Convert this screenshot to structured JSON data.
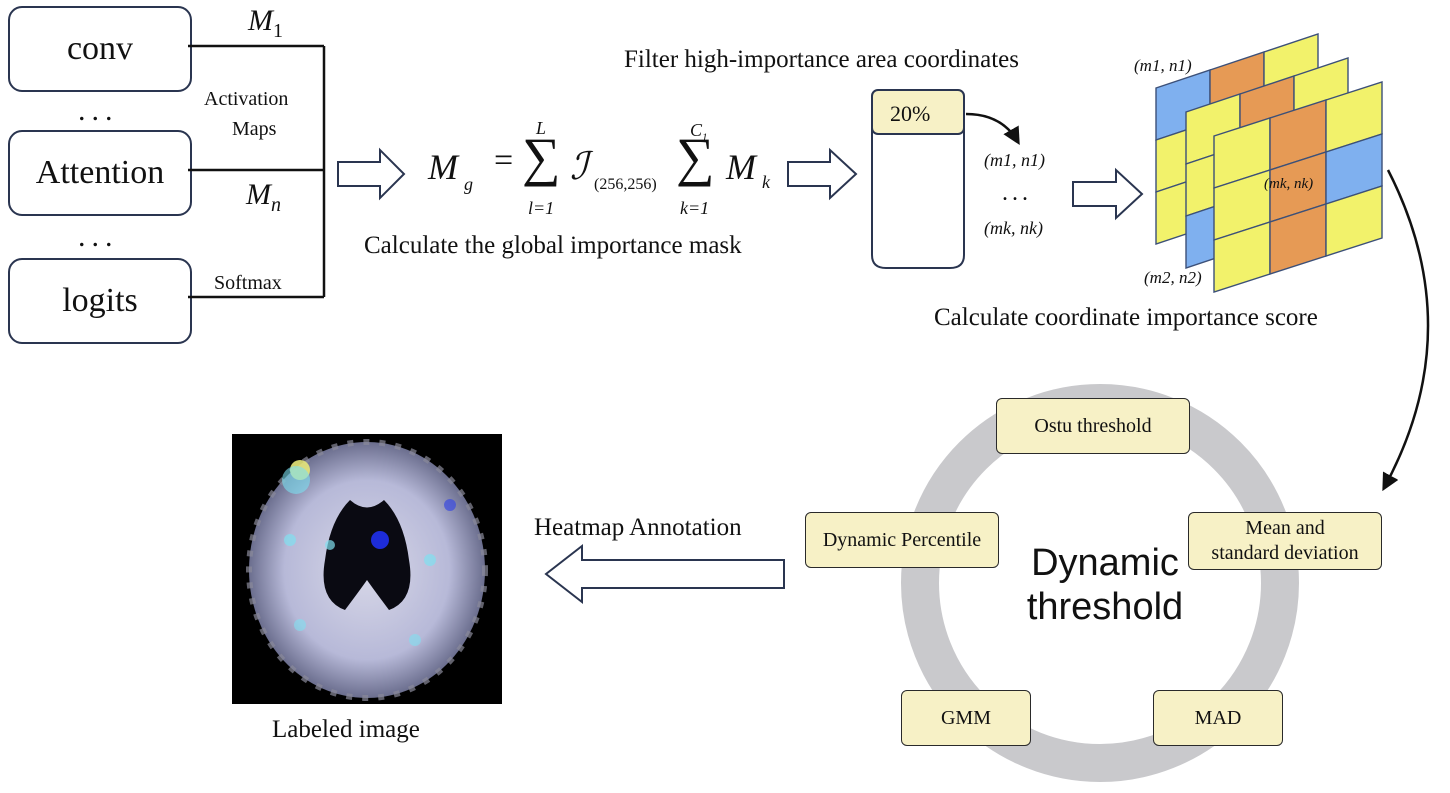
{
  "modules": {
    "conv": "conv",
    "attention": "Attention",
    "logits": "logits",
    "ellipsis": "..."
  },
  "branch_labels": {
    "m1": "M",
    "m1_sub": "1",
    "activation": "Activation",
    "maps": "Maps",
    "mn": "M",
    "mn_sub": "n",
    "softmax": "Softmax"
  },
  "formula": {
    "lhs": "M",
    "lhs_sub": "g",
    "equals": "=",
    "sigma": "∑",
    "upper1": "L",
    "lower1": "l=1",
    "script_i": "ℐ",
    "i_sub": "(256,256)",
    "upper2": "C",
    "upper2_sub": "1",
    "lower2": "k=1",
    "rhs": "M",
    "rhs_sub": "k"
  },
  "captions": {
    "global_mask": "Calculate the global importance mask",
    "filter": "Filter high-importance area coordinates",
    "coord_score": "Calculate coordinate importance score",
    "heatmap": "Heatmap Annotation",
    "labeled": "Labeled image"
  },
  "container": {
    "percent": "20%",
    "coord1": "(m1, n1)",
    "coord_dots": "...",
    "coordk": "(mk, nk)"
  },
  "grid_labels": {
    "top": "(m1, n1)",
    "mid": "(mk, nk)",
    "bottom": "(m2, n2)"
  },
  "threshold": {
    "title_line1": "Dynamic",
    "title_line2": "threshold",
    "methods": {
      "ostu": "Ostu threshold",
      "mean_sd_line1": "Mean and",
      "mean_sd_line2": "standard deviation",
      "mad": "MAD",
      "gmm": "GMM",
      "percentile": "Dynamic Percentile"
    }
  },
  "colors": {
    "line": "#111111",
    "arrow_outline": "#2a3550",
    "yellow": "#f2f26b",
    "orange": "#e69a55",
    "blue": "#7fb0ef",
    "pill_fill": "#f7f1c6",
    "ring": "#c9c9cc"
  }
}
